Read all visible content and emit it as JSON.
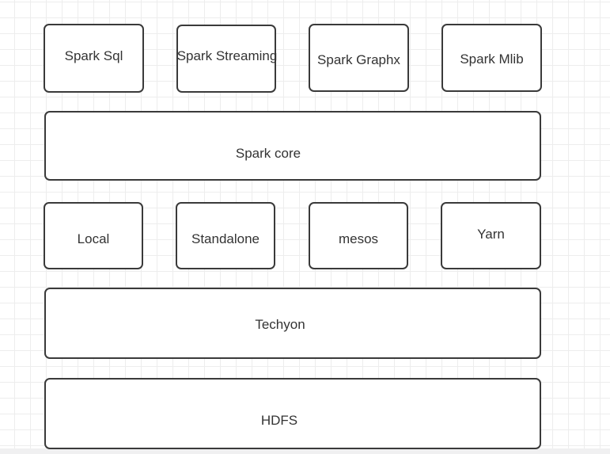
{
  "colors": {
    "canvas_bg": "#ffffff",
    "grid": "#ededed",
    "border": "#3a3a3a",
    "fill": "#ffffff",
    "text": "#333333",
    "bottom_strip": "#f0f0f1"
  },
  "diagram": {
    "boxes": {
      "spark_sql": {
        "label": "Spark Sql"
      },
      "spark_streaming": {
        "label": "Spark Streaming"
      },
      "spark_graphx": {
        "label": "Spark Graphx"
      },
      "spark_mlib": {
        "label": "Spark Mlib"
      },
      "spark_core": {
        "label": "Spark core"
      },
      "local": {
        "label": "Local"
      },
      "standalone": {
        "label": "Standalone"
      },
      "mesos": {
        "label": "mesos"
      },
      "yarn": {
        "label": "Yarn"
      },
      "techyon": {
        "label": "Techyon"
      },
      "hdfs": {
        "label": "HDFS"
      }
    },
    "rows": [
      {
        "layer": "libraries",
        "items": [
          "Spark Sql",
          "Spark Streaming",
          "Spark Graphx",
          "Spark Mlib"
        ]
      },
      {
        "layer": "engine",
        "items": [
          "Spark core"
        ]
      },
      {
        "layer": "cluster-managers",
        "items": [
          "Local",
          "Standalone",
          "mesos",
          "Yarn"
        ]
      },
      {
        "layer": "memory-storage",
        "items": [
          "Techyon"
        ]
      },
      {
        "layer": "storage",
        "items": [
          "HDFS"
        ]
      }
    ]
  }
}
